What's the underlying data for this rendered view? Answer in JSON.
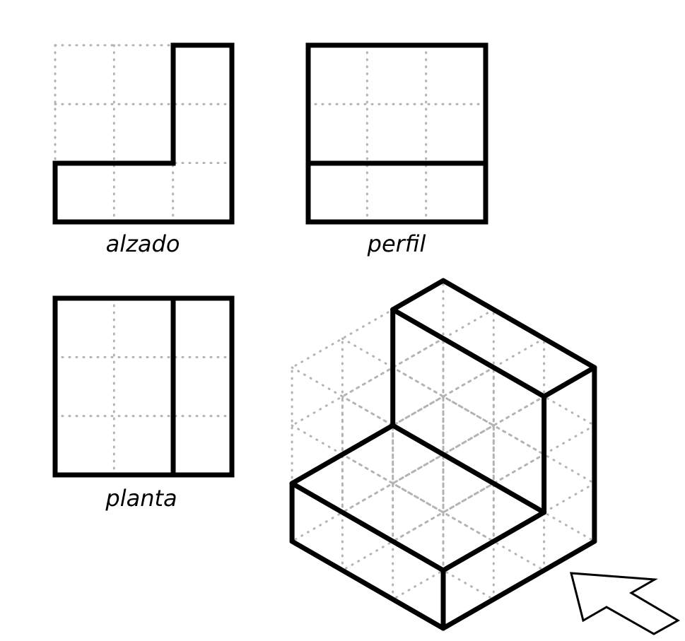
{
  "views": {
    "elevation": {
      "label": "alzado"
    },
    "profile": {
      "label": "perfil"
    },
    "plan": {
      "label": "planta"
    }
  },
  "isometric": {
    "grid_units": 3
  },
  "colors": {
    "line": "#000000",
    "grid": "#b3b3b3",
    "background": "#ffffff"
  },
  "icons": {
    "view_direction": "arrow-icon"
  }
}
